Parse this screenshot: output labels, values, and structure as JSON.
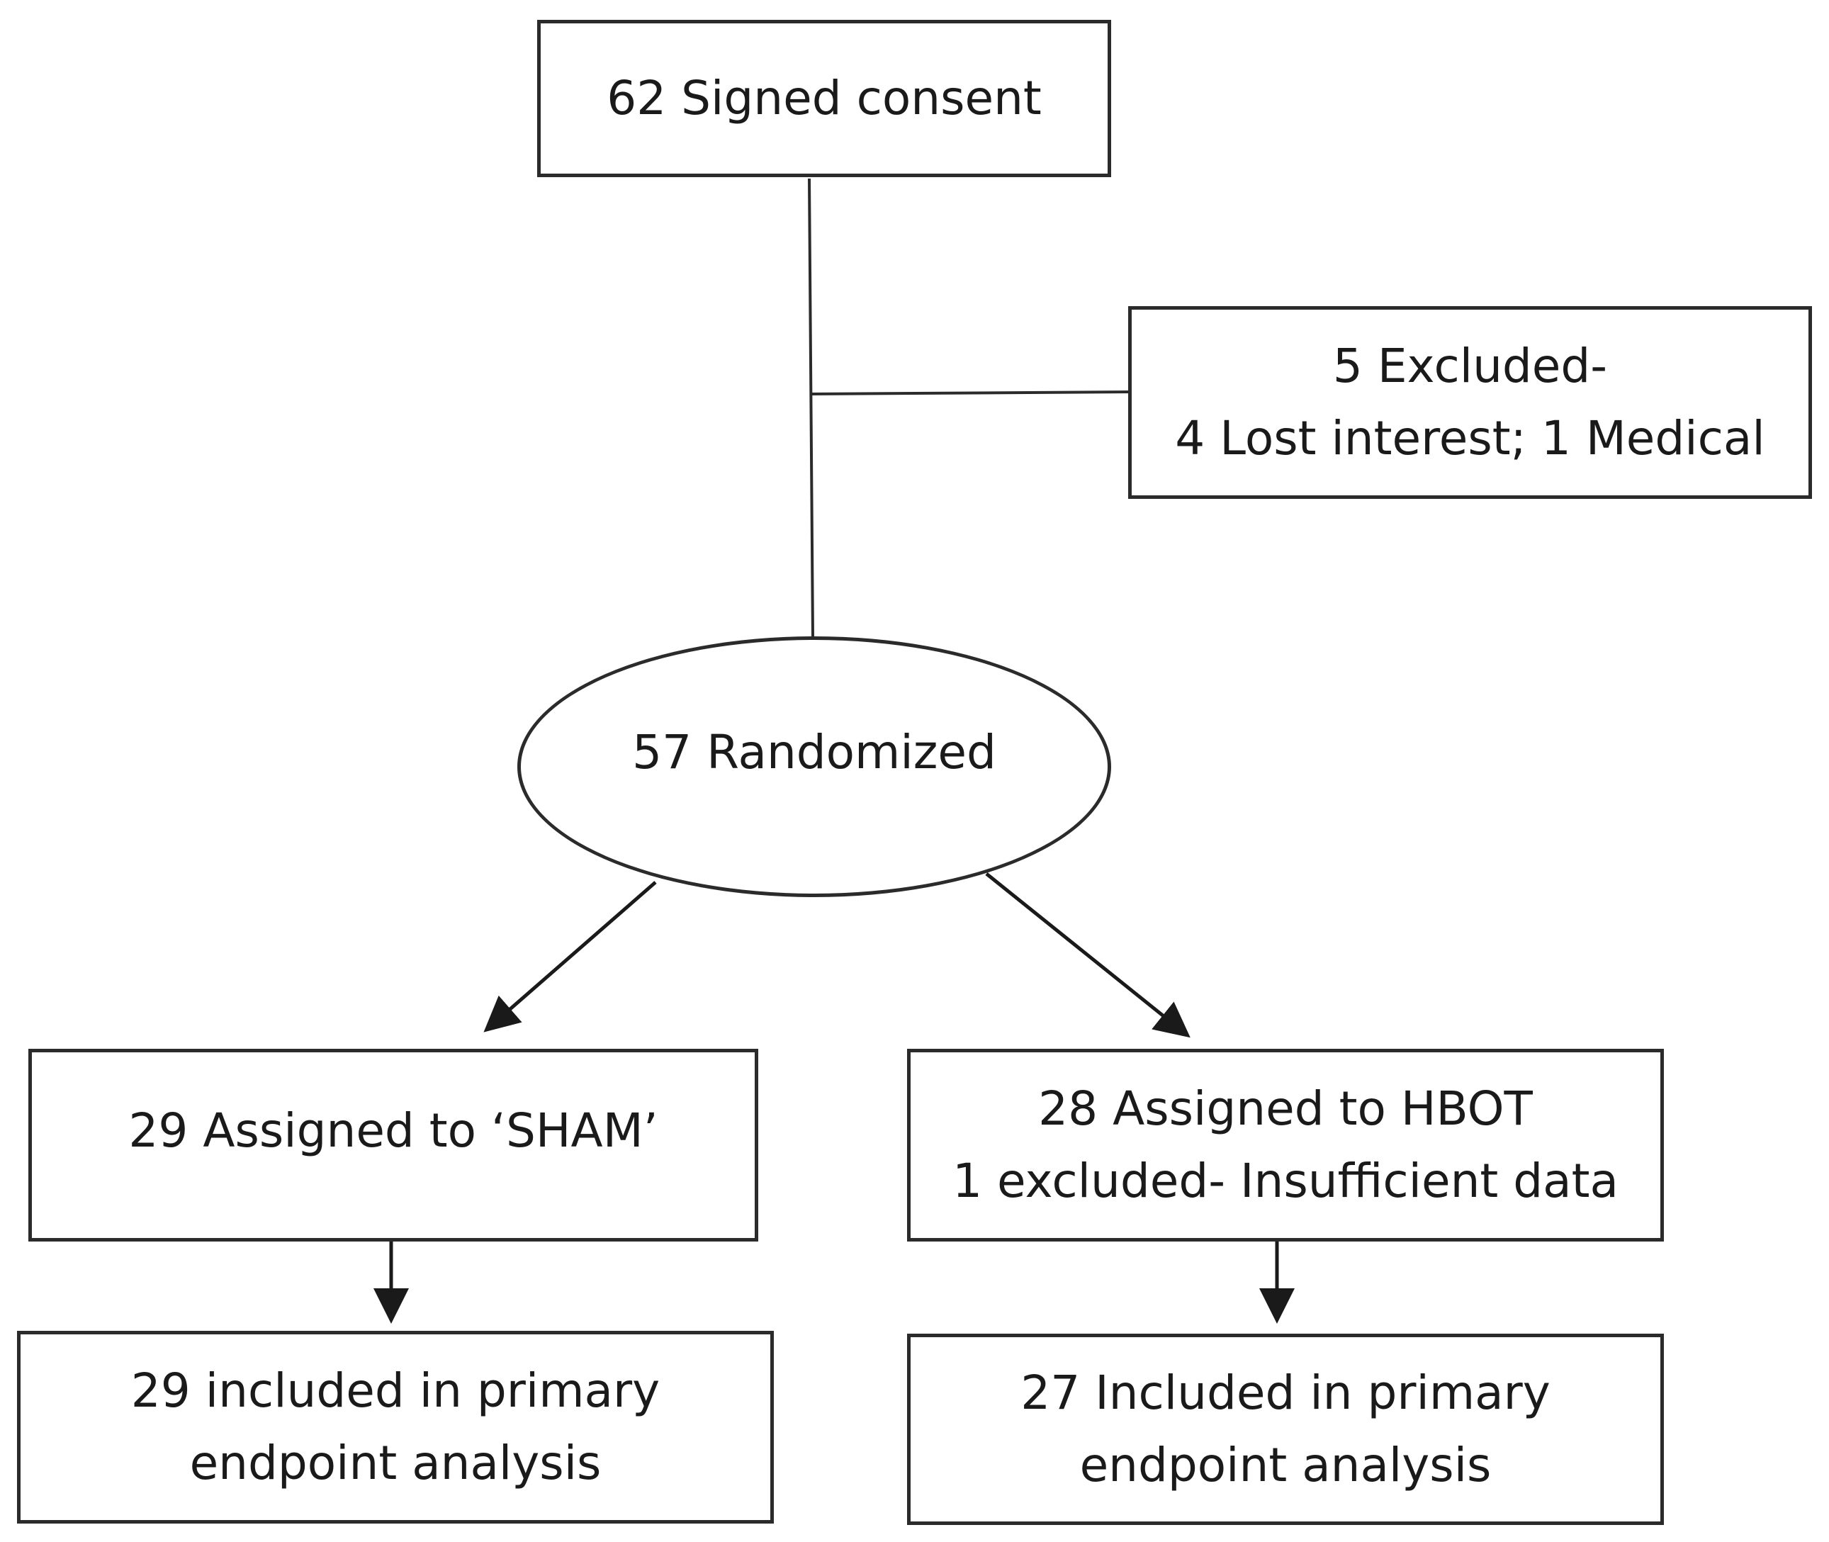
{
  "nodes": {
    "consent": {
      "line1": "62 Signed consent"
    },
    "excluded": {
      "line1": "5 Excluded-",
      "line2": "4 Lost interest; 1 Medical"
    },
    "randomized": {
      "line1": "57 Randomized"
    },
    "sham": {
      "line1": "29 Assigned to  ‘SHAM’"
    },
    "hbot": {
      "line1": "28 Assigned to HBOT",
      "line2": "1 excluded- Insufficient data"
    },
    "sham_included": {
      "line1": "29 included in primary",
      "line2": "endpoint analysis"
    },
    "hbot_included": {
      "line1": "27 Included in primary",
      "line2": "endpoint analysis"
    }
  },
  "colors": {
    "stroke": "#2b2b2b",
    "text": "#1a1a1a",
    "background": "#ffffff"
  }
}
